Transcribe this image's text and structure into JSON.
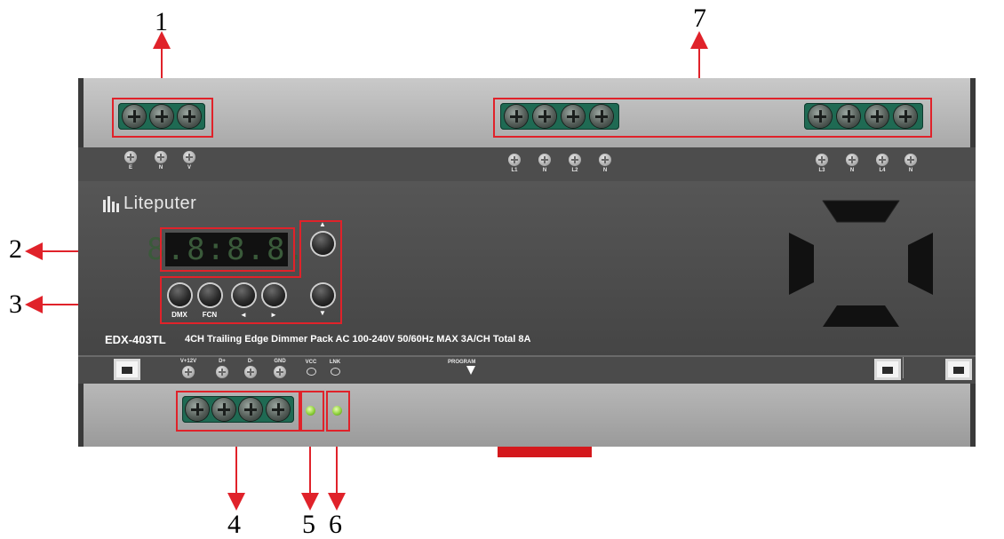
{
  "callouts": {
    "c1": "1",
    "c2": "2",
    "c3": "3",
    "c4": "4",
    "c5": "5",
    "c6": "6",
    "c7": "7"
  },
  "device": {
    "brand": "Liteputer",
    "model": "EDX-403TL",
    "description": "4CH Trailing Edge Dimmer Pack AC 100-240V 50/60Hz MAX 3A/CH Total 8A",
    "display": "8.8:8.8.",
    "power_labels": [
      "E",
      "N",
      "V"
    ],
    "output_labels_a": [
      "L1",
      "N",
      "L2",
      "N"
    ],
    "output_labels_b": [
      "L3",
      "N",
      "L4",
      "N"
    ],
    "buttons": {
      "dmx": "DMX",
      "fcn": "FCN",
      "left": "◄",
      "right": "►",
      "up": "▲",
      "down": "▼"
    },
    "input_labels": [
      "V+12V",
      "D+",
      "D-",
      "GND"
    ],
    "led_labels": [
      "VCC",
      "LNK"
    ],
    "program_label": "PROGRAM"
  },
  "colors": {
    "callout_red": "#e0222a",
    "terminal_green": "#1f6a53",
    "led_green": "#8fd13d",
    "housing_dark": "#4a4a4a",
    "housing_light": "#b5b5b5",
    "latch_red": "#d4181c"
  }
}
